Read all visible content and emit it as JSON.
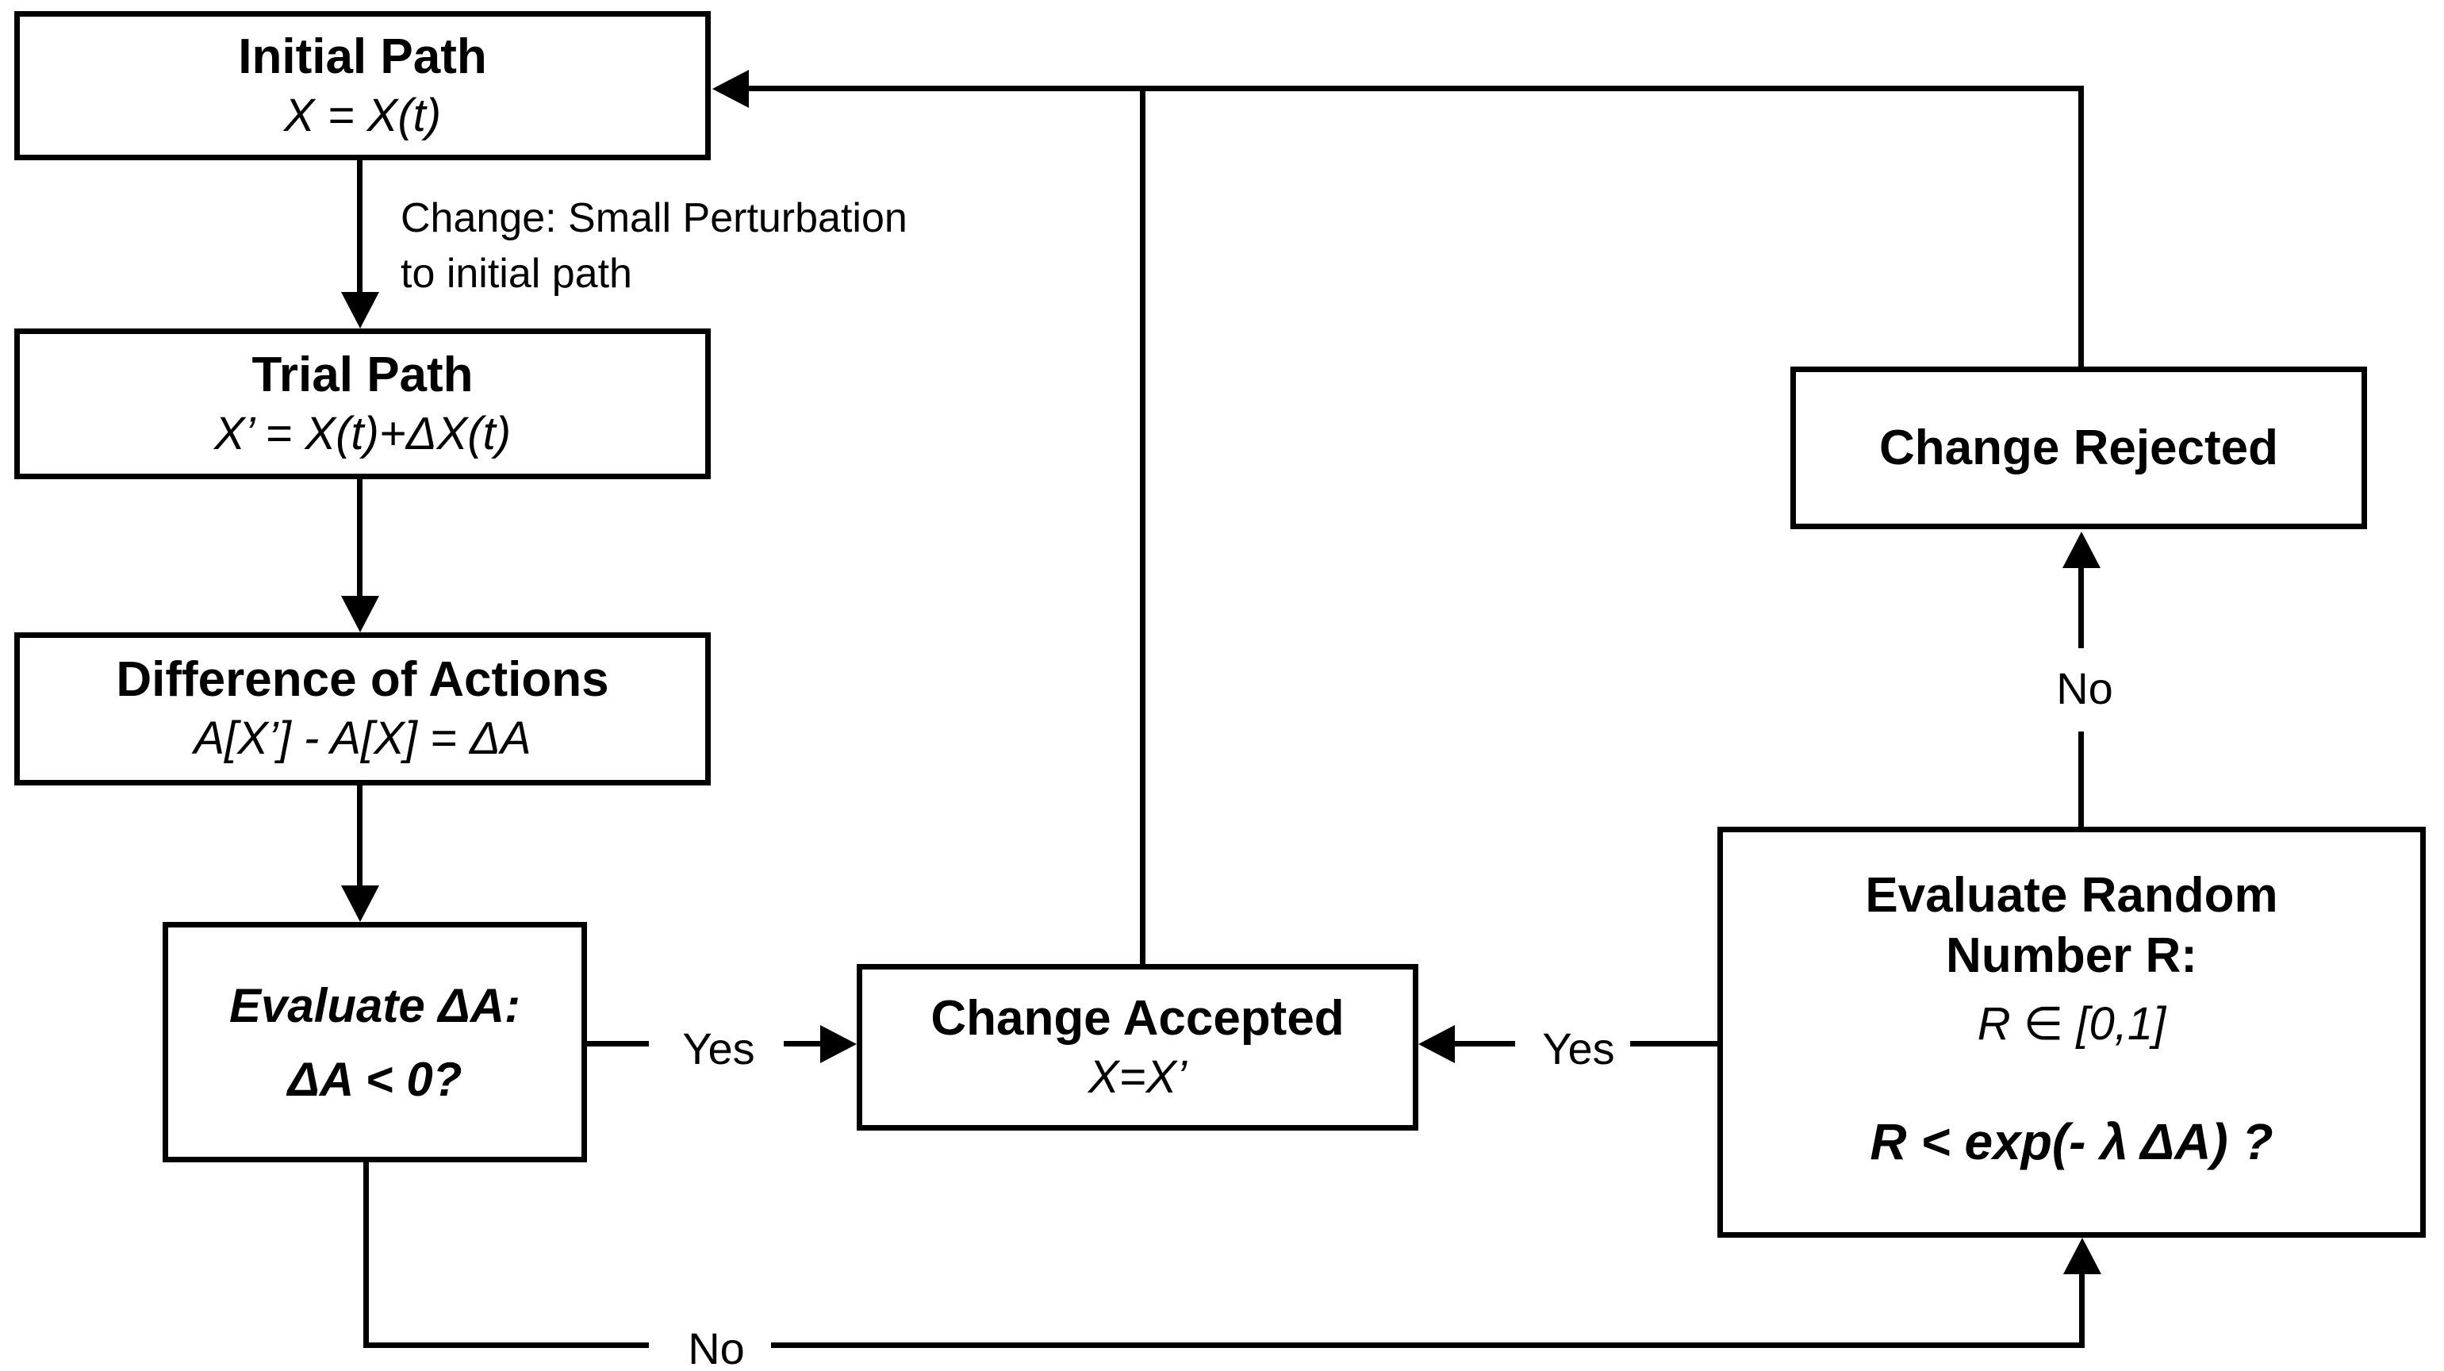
{
  "diagram": {
    "background_color": "#ffffff",
    "line_color": "#000000"
  },
  "nodes": {
    "initial_path": {
      "title": "Initial Path",
      "formula": "X = X(t)"
    },
    "trial_path": {
      "title": "Trial Path",
      "formula": "X’ = X(t)+ΔX(t)"
    },
    "difference_of_actions": {
      "title": "Difference of Actions",
      "formula": "A[X’] - A[X] = ΔA"
    },
    "evaluate_delta_a": {
      "line1": "Evaluate ΔA:",
      "line2": "ΔA < 0?"
    },
    "change_accepted": {
      "title": "Change Accepted",
      "formula": "X=X’"
    },
    "change_rejected": {
      "title": "Change Rejected"
    },
    "evaluate_random": {
      "title_line1": "Evaluate Random",
      "title_line2": "Number R:",
      "range_formula": "R ∈ [0,1]",
      "condition_formula": "R < exp(- λ ΔA) ?"
    }
  },
  "labels": {
    "perturbation_line1": "Change: Small Perturbation",
    "perturbation_line2": "to initial path",
    "yes_left": "Yes",
    "yes_right": "Yes",
    "no_bottom": "No",
    "no_right": "No"
  }
}
